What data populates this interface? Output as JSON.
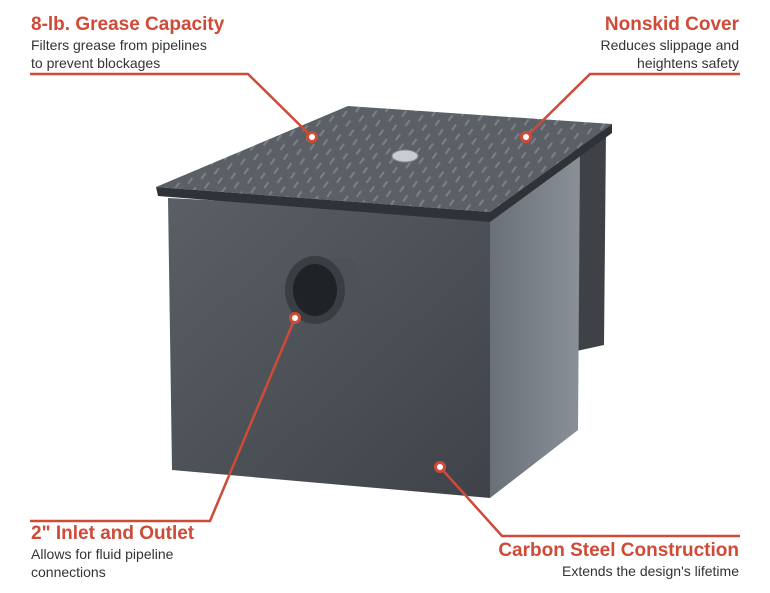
{
  "callouts": [
    {
      "title": "8-lb. Grease Capacity",
      "desc1": "Filters grease from pipelines",
      "desc2": "to prevent blockages"
    },
    {
      "title": "Nonskid Cover",
      "desc1": "Reduces slippage and",
      "desc2": "heightens safety"
    },
    {
      "title": "2\" Inlet and Outlet",
      "desc1": "Allows for fluid pipeline",
      "desc2": "connections"
    },
    {
      "title": "Carbon Steel Construction",
      "desc1": "Extends the design's lifetime"
    }
  ],
  "colors": {
    "accent": "#cf4a37",
    "steel": "#4a4f55",
    "text": "#333333"
  }
}
